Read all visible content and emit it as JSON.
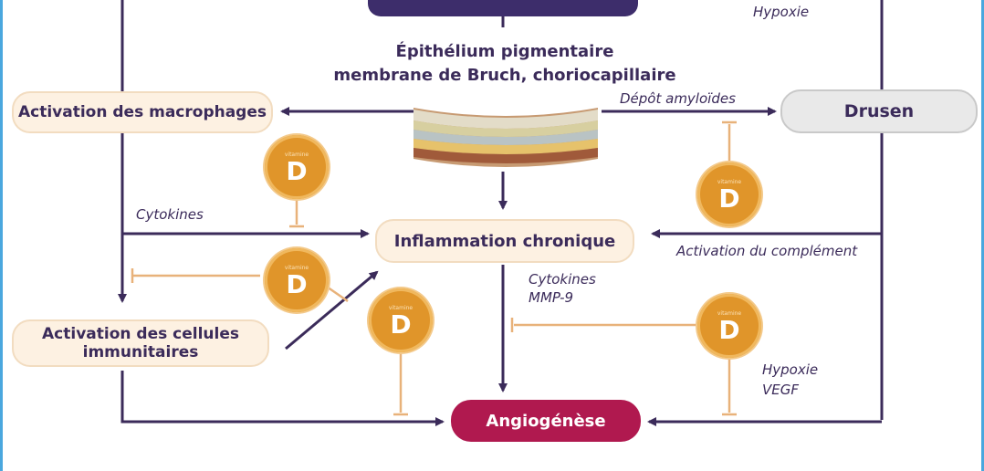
{
  "boxes": {
    "macrophages": "Activation des macrophages",
    "drusen": "Drusen",
    "inflammation": "Inflammation chronique",
    "immune_line1": "Activation des cellules",
    "immune_line2": "immunitaires",
    "angiogenese": "Angiogénèse"
  },
  "titles": {
    "line1": "Épithélium pigmentaire",
    "line2": "membrane de Bruch, choriocapillaire"
  },
  "labels": {
    "hypoxie_top": "Hypoxie",
    "depot": "Dépôt amyloïdes",
    "cytokines_left": "Cytokines",
    "complement": "Activation du complément",
    "cytokines_mid": "Cytokines",
    "mmp9": "MMP-9",
    "hypoxie_low": "Hypoxie",
    "vegf": "VEGF"
  },
  "badge": {
    "small": "vitamine",
    "big": "D"
  },
  "colors": {
    "arrow": "#3b2b5a",
    "inhibit": "#e8b27a",
    "vitamin": "#e0952a",
    "angio": "#b0194f",
    "top_box": "#3d2d6b",
    "frame": "#4aa7de"
  }
}
